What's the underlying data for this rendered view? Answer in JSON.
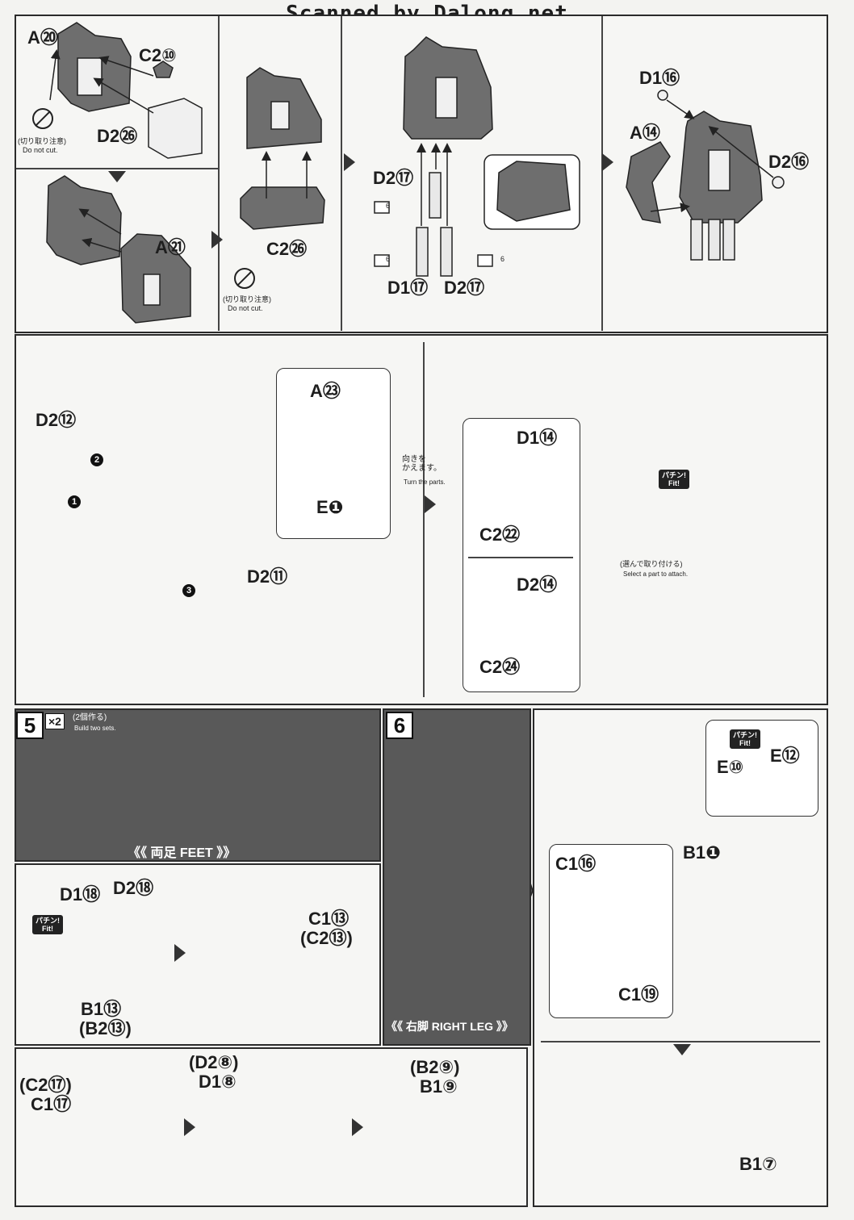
{
  "header": {
    "scan_credit": "Scanned by Dalong.net"
  },
  "top": {
    "col1": {
      "a20": "A⑳",
      "c2_10": "C2⑩",
      "d2_26": "D2㉖",
      "a21": "A㉑",
      "cut_jp": "(切り取り注意)",
      "cut_en": "Do not cut."
    },
    "col2": {
      "c2_26": "C2㉖",
      "cut_jp": "(切り取り注意)",
      "cut_en": "Do not cut."
    },
    "col3": {
      "d2_17a": "D2⑰",
      "d1_17": "D1⑰",
      "d2_17b": "D2⑰",
      "six": "6"
    },
    "col4": {
      "d1_16": "D1⑯",
      "a14": "A⑭",
      "d2_16": "D2⑯"
    }
  },
  "middle": {
    "d2_12": "D2⑫",
    "a23": "A㉓",
    "e1": "E❶",
    "d2_11": "D2⑪",
    "turn_jp": "向きを\nかえます。",
    "turn_en": "Turn the parts.",
    "d1_14": "D1⑭",
    "c2_22": "C2㉒",
    "d2_14": "D2⑭",
    "c2_24": "C2㉔",
    "fit": "パチン!\nFit!",
    "select_jp": "(選んで取り付ける)",
    "select_en": "Select a part to attach.",
    "n1": "1",
    "n2": "2",
    "n3": "3"
  },
  "step5": {
    "number": "5",
    "x2": "×2",
    "build_jp": "(2個作る)",
    "build_en": "Build two sets.",
    "banner": "《《 両足 FEET 》》",
    "d1_18": "D1⑱",
    "d2_18": "D2⑱",
    "fit": "パチン!\nFit!",
    "b1_13": "B1⑬",
    "b2_13": "(B2⑬)",
    "c1_13": "C1⑬",
    "c2_13": "(C2⑬)",
    "c2_17": "(C2⑰)",
    "c1_17": "C1⑰",
    "d2_8": "(D2⑧)",
    "d1_8": "D1⑧",
    "b2_9": "(B2⑨)",
    "b1_9": "B1⑨"
  },
  "step6": {
    "number": "6",
    "banner": "《《 右脚 RIGHT LEG 》》",
    "fit": "パチン!\nFit!",
    "e10": "E⑩",
    "e12": "E⑫",
    "c1_16": "C1⑯",
    "b1_1": "B1❶",
    "c1_19": "C1⑲",
    "b1_7": "B1⑦"
  }
}
